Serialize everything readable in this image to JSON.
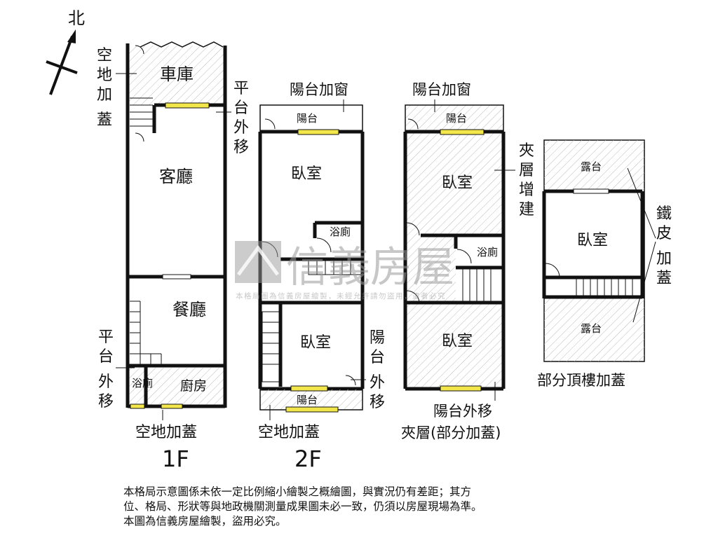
{
  "compass": {
    "north": "北"
  },
  "floor_1f": {
    "label": "1F",
    "rooms": {
      "garage": "車庫",
      "living": "客廳",
      "dining": "餐廳",
      "kitchen": "廚房",
      "bath": "浴廁"
    },
    "notes": {
      "open_land_top": [
        "空",
        "地",
        "加",
        "蓋"
      ],
      "platform_right": [
        "平",
        "台",
        "外",
        "移"
      ],
      "platform_left": [
        "平",
        "台",
        "外",
        "移"
      ],
      "open_land_bottom": "空地加蓋"
    }
  },
  "floor_2f": {
    "label": "2F",
    "rooms": {
      "balcony_top": "陽台",
      "bedroom_top": "臥室",
      "bath": "浴廁",
      "bedroom_bottom": "臥室",
      "balcony_bottom": "陽台"
    },
    "notes": {
      "balcony_window": "陽台加窗",
      "balcony_move": [
        "陽",
        "台",
        "外",
        "移"
      ]
    }
  },
  "mezzanine": {
    "label": "夾層(部分加蓋)",
    "rooms": {
      "balcony_top": "陽台",
      "bedroom_top": "臥室",
      "bath": "浴廁",
      "bedroom_bottom": "臥室"
    },
    "notes": {
      "balcony_window": "陽台加窗",
      "mezz_add": [
        "夾",
        "層",
        "增",
        "建"
      ],
      "balcony_move": "陽台外移"
    }
  },
  "roof": {
    "label": "部分頂樓加蓋",
    "rooms": {
      "terrace_top": "露台",
      "bedroom": "臥室",
      "terrace_bottom": "露台"
    },
    "notes": {
      "iron_roof": [
        "鐵",
        "皮",
        "加",
        "蓋"
      ]
    }
  },
  "watermark": {
    "brand": "信義房屋",
    "subtext": "本格局圖為信義房屋繪製，未經允許請勿盜用，違者必究"
  },
  "disclaimer": [
    "本格局示意圖係未依一定比例縮小繪製之概繪圖，與實況仍有差距；其方",
    "位、格局、形狀等與地政機關測量成果圖未必一致，仍須以房屋現場為準。",
    "本圖為信義房屋繪製，盜用必究。"
  ]
}
